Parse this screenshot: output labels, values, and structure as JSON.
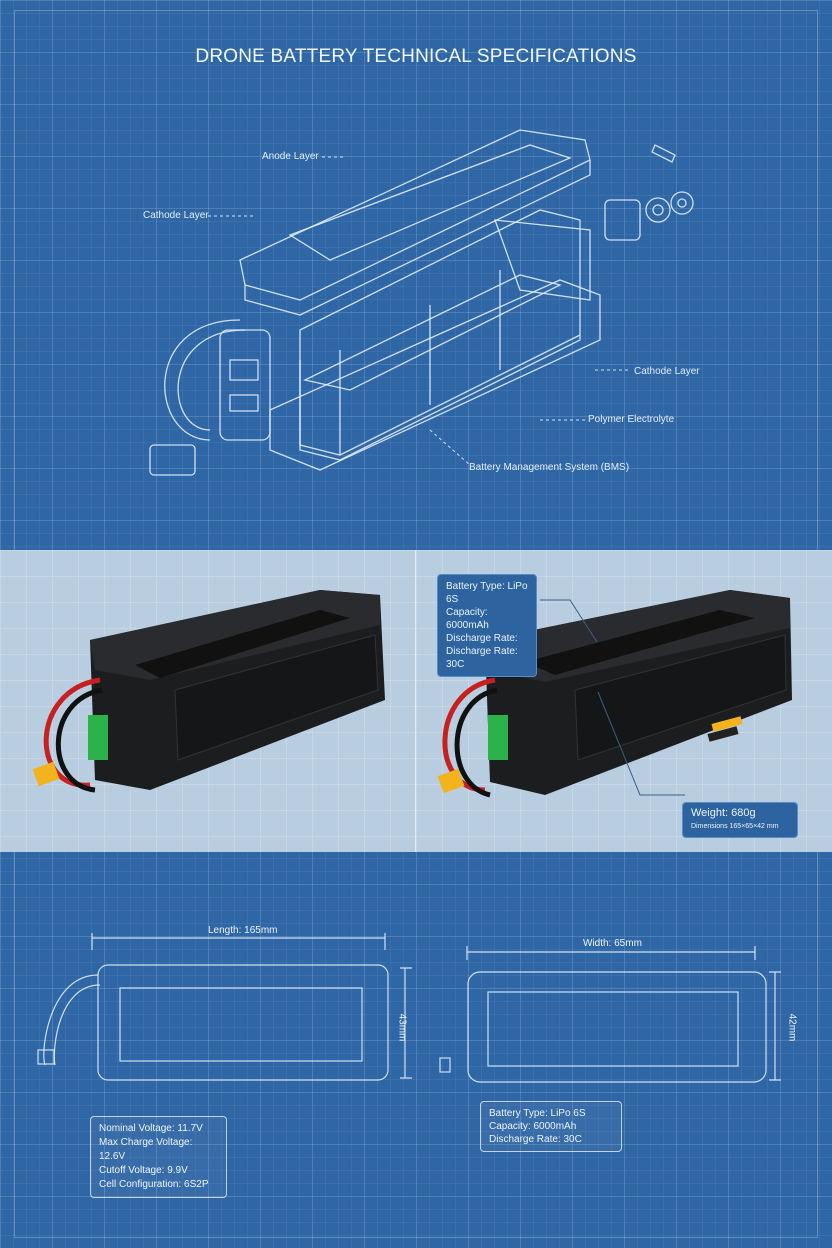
{
  "title": "DRONE BATTERY TECHNICAL SPECIFICATIONS",
  "exploded_labels": {
    "anode": "Anode Layer",
    "cathode_left": "Cathode Layer",
    "cathode_right": "Cathode Layer",
    "electrolyte": "Polymer Electrolyte",
    "bms": "Battery Management System (BMS)"
  },
  "callouts": {
    "top": [
      "Battery Type: LiPo 6S",
      "Capacity: 6000mAh",
      "Discharge Rate:",
      "Discharge Rate: 30C"
    ],
    "weight": "Weight: 680g",
    "weight_sub": "Dimensions 165×65×42 mm"
  },
  "dimensions": {
    "length": "Length: 165mm",
    "height_left": "43mm",
    "width": "Width: 65mm",
    "height_right": "42mm"
  },
  "specs_left": [
    "Nominal Voltage: 11.7V",
    "Max Charge Voltage: 12.6V",
    "Cutoff Voltage: 9.9V",
    "Cell Configuration: 6S2P"
  ],
  "specs_right": [
    "Battery Type: LiPo 6S",
    "Capacity: 6000mAh",
    "Discharge Rate: 30C"
  ],
  "colors": {
    "blueprint": "#2f67a6",
    "panel": "#b9cde0",
    "battery": "#1c1d1f",
    "connector": "#f2b31e",
    "wire_red": "#c62020"
  }
}
